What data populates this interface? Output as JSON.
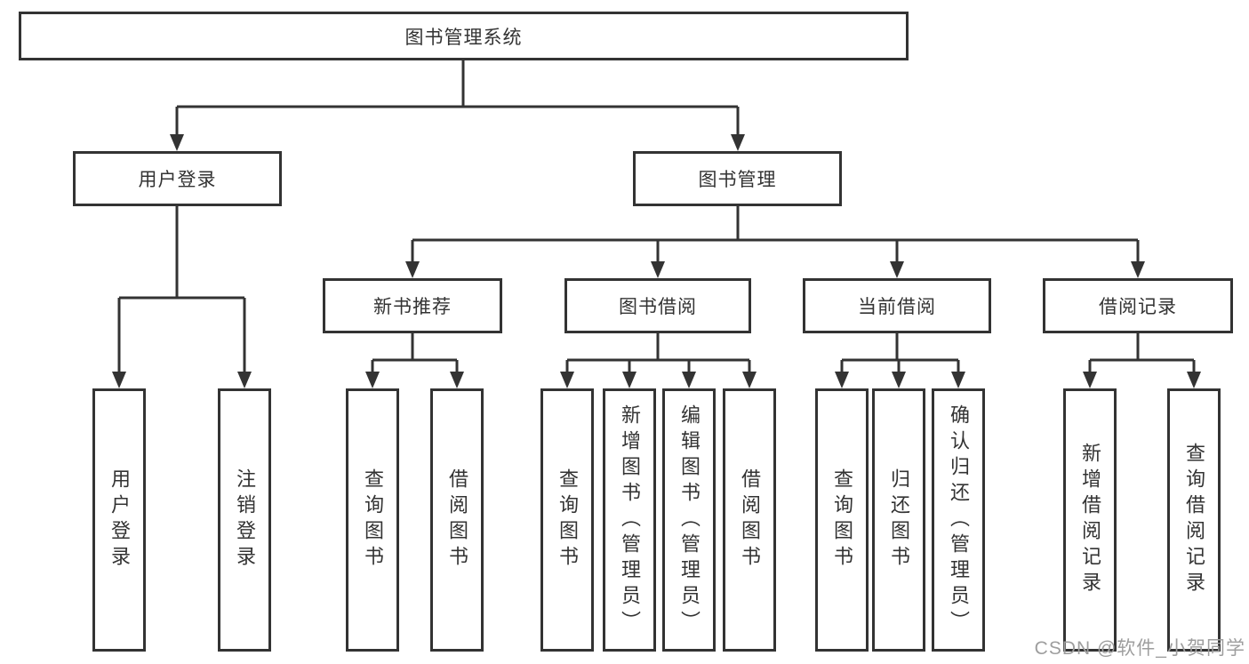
{
  "title": "图书管理系统",
  "tree": {
    "root": {
      "label": "图书管理系统"
    },
    "branches": [
      {
        "label": "用户登录",
        "children": [
          {
            "label": "用户登录"
          },
          {
            "label": "注销登录"
          }
        ]
      },
      {
        "label": "图书管理",
        "children": [
          {
            "label": "新书推荐",
            "children": [
              {
                "label": "查询图书"
              },
              {
                "label": "借阅图书"
              }
            ]
          },
          {
            "label": "图书借阅",
            "children": [
              {
                "label": "查询图书"
              },
              {
                "label": "新增图书（管理员）"
              },
              {
                "label": "编辑图书（管理员）"
              },
              {
                "label": "借阅图书"
              }
            ]
          },
          {
            "label": "当前借阅",
            "children": [
              {
                "label": "查询图书"
              },
              {
                "label": "归还图书"
              },
              {
                "label": "确认归还（管理员）"
              }
            ]
          },
          {
            "label": "借阅记录",
            "children": [
              {
                "label": "新增借阅记录"
              },
              {
                "label": "查询借阅记录"
              }
            ]
          }
        ]
      }
    ]
  },
  "watermark": {
    "text": "CSDN @软件_小贺同学"
  },
  "colors": {
    "line": "#333333",
    "box_background": "#ffffff",
    "text": "#333333",
    "watermark": "#9e9e9e"
  }
}
